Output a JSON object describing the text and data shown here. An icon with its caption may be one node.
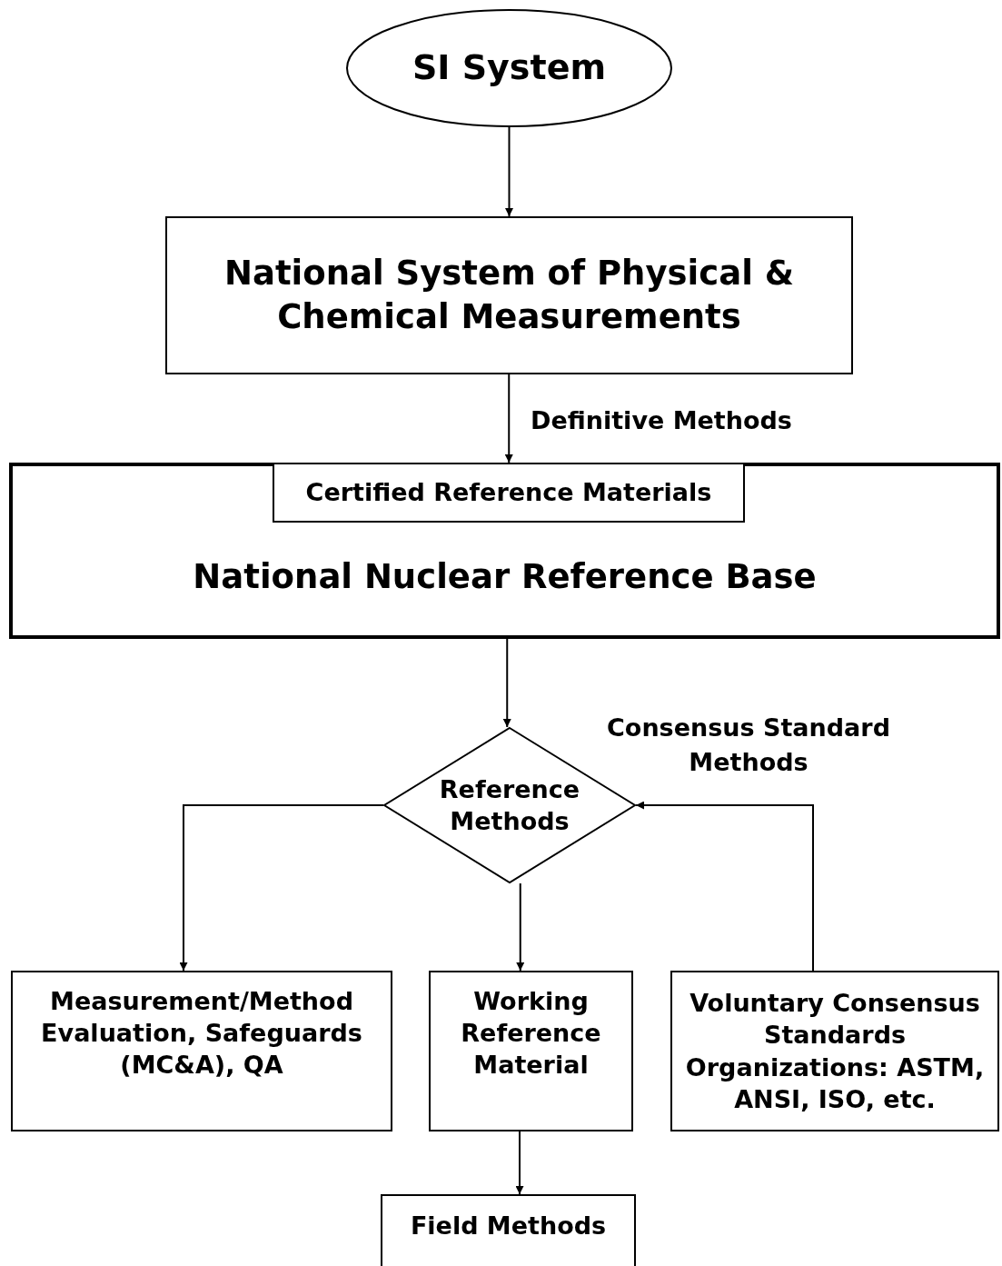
{
  "diagram": {
    "nodes": [
      {
        "text": [
          "SI System"
        ]
      },
      {
        "text": [
          "National System of Physical & Chemical Measurements"
        ]
      },
      {
        "text": [
          "National Nuclear Reference Base"
        ]
      },
      {
        "text": [
          "Certified Reference Materials"
        ],
        "in": 2
      },
      {
        "text": [
          "Reference Methods"
        ]
      },
      {
        "text": [
          "Measurement/Method Evaluation, Safeguards (MC&A), QA"
        ]
      },
      {
        "text": [
          "Working Reference Material"
        ]
      },
      {
        "text": [
          "Voluntary Consensus Standards Organizations: ASTM, ANSI, ISO, etc."
        ]
      },
      {
        "text": [
          "Field Methods"
        ]
      }
    ],
    "edges": [
      {
        "from": 0,
        "to": 1,
        "arrow": "to"
      },
      {
        "from": 1,
        "to": 3,
        "arrow": "to",
        "label": "Definitive Methods"
      },
      {
        "from": 2,
        "to": 4,
        "arrow": "to"
      },
      {
        "from": 4,
        "to": 5,
        "arrow": "to"
      },
      {
        "from": 4,
        "to": 6,
        "arrow": "to"
      },
      {
        "from": 7,
        "to": 4,
        "arrow": "to",
        "label": "Consensus Standard Methods"
      },
      {
        "from": 6,
        "to": 8,
        "arrow": "to"
      }
    ]
  }
}
